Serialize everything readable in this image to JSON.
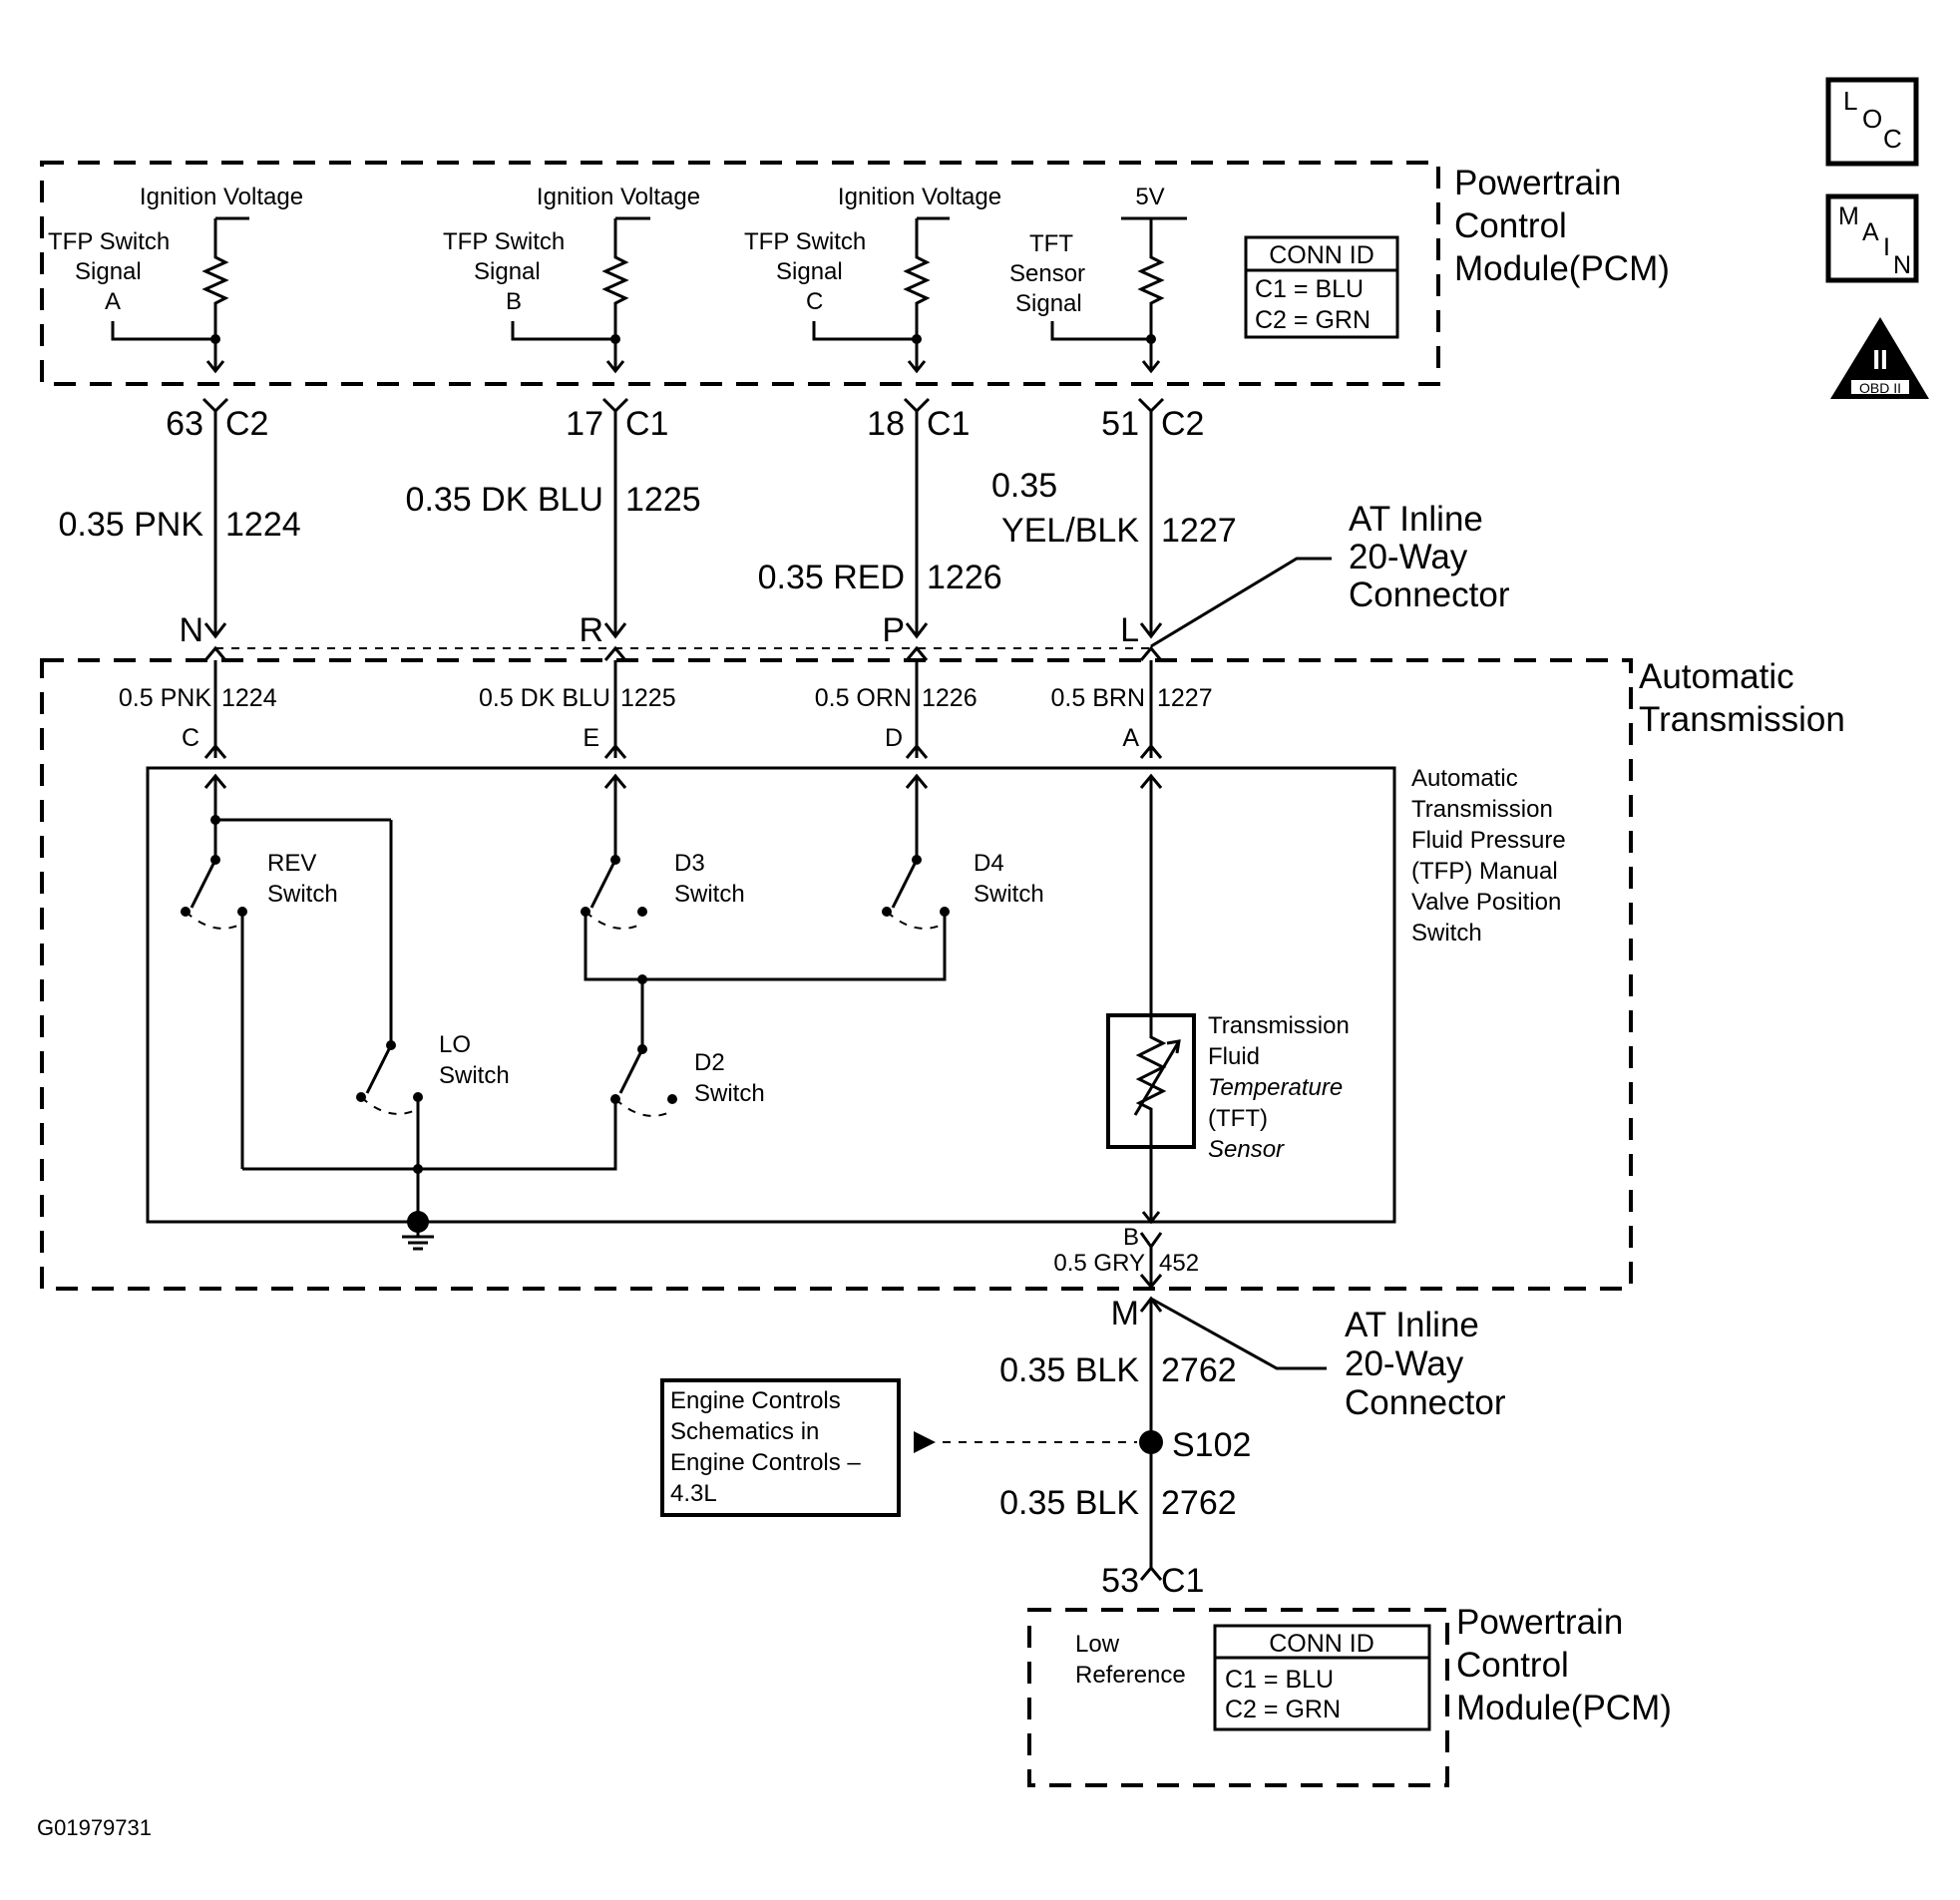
{
  "pcm_top": {
    "title_lines": [
      "Powertrain",
      "Control",
      "Module(PCM)"
    ],
    "conn_id": {
      "header": "CONN ID",
      "c1": "C1 = BLU",
      "c2": "C2 = GRN"
    },
    "circuits": [
      {
        "supply": "Ignition Voltage",
        "signal_lines": [
          "TFP Switch",
          "Signal",
          "A"
        ],
        "pin": "63",
        "conn": "C2",
        "wire_color": "0.35 PNK",
        "wire_circuit": "1224"
      },
      {
        "supply": "Ignition Voltage",
        "signal_lines": [
          "TFP Switch",
          "Signal",
          "B"
        ],
        "pin": "17",
        "conn": "C1",
        "wire_color": "0.35 DK BLU",
        "wire_circuit": "1225"
      },
      {
        "supply": "Ignition Voltage",
        "signal_lines": [
          "TFP Switch",
          "Signal",
          "C"
        ],
        "pin": "18",
        "conn": "C1",
        "wire_color": "0.35 RED",
        "wire_circuit": "1226"
      },
      {
        "supply": "5V",
        "signal_lines": [
          "TFT",
          "Sensor",
          "Signal"
        ],
        "pin": "51",
        "conn": "C2",
        "wire_color_lines": [
          "0.35",
          "YEL/BLK"
        ],
        "wire_circuit": "1227"
      }
    ]
  },
  "inline_connector": {
    "label_lines": [
      "AT Inline",
      "20-Way",
      "Connector"
    ],
    "top_terminals": [
      "N",
      "R",
      "P",
      "L"
    ],
    "bottom_terminal": "M"
  },
  "transmission": {
    "title_lines": [
      "Automatic",
      "Transmission"
    ],
    "wires": [
      {
        "color": "0.5 PNK",
        "circuit": "1224",
        "pin": "C"
      },
      {
        "color": "0.5 DK BLU",
        "circuit": "1225",
        "pin": "E"
      },
      {
        "color": "0.5 ORN",
        "circuit": "1226",
        "pin": "D"
      },
      {
        "color": "0.5 BRN",
        "circuit": "1227",
        "pin": "A"
      }
    ],
    "tfp_label_lines": [
      "Automatic",
      "Transmission",
      "Fluid Pressure",
      "(TFP) Manual",
      "Valve Position",
      "Switch"
    ],
    "switches": {
      "rev": [
        "REV",
        "Switch"
      ],
      "d3": [
        "D3",
        "Switch"
      ],
      "d4": [
        "D4",
        "Switch"
      ],
      "lo": [
        "LO",
        "Switch"
      ],
      "d2": [
        "D2",
        "Switch"
      ]
    },
    "tft_label_lines": [
      "Transmission",
      "Fluid",
      "Temperature",
      "(TFT)",
      "Sensor"
    ],
    "ground_pin": "B",
    "ground_wire": {
      "color": "0.5 GRY",
      "circuit": "452"
    }
  },
  "lower_inline_connector": {
    "label_lines": [
      "AT Inline",
      "20-Way",
      "Connector"
    ]
  },
  "low_ref": {
    "wire_color": "0.35 BLK",
    "wire_circuit": "2762",
    "splice": "S102",
    "ref_box_lines": [
      "Engine Controls",
      "Schematics in",
      "Engine Controls –",
      "4.3L"
    ],
    "pin": "53",
    "conn": "C1"
  },
  "pcm_bottom": {
    "title_lines": [
      "Powertrain",
      "Control",
      "Module(PCM)"
    ],
    "label_lines": [
      "Low",
      "Reference"
    ],
    "conn_id": {
      "header": "CONN ID",
      "c1": "C1 = BLU",
      "c2": "C2 = GRN"
    }
  },
  "side_icons": {
    "loc": [
      "L",
      "O",
      "C"
    ],
    "main": [
      "M",
      "A",
      "I",
      "N"
    ],
    "obd": [
      "II",
      "OBD II"
    ]
  },
  "figure_id": "G01979731"
}
